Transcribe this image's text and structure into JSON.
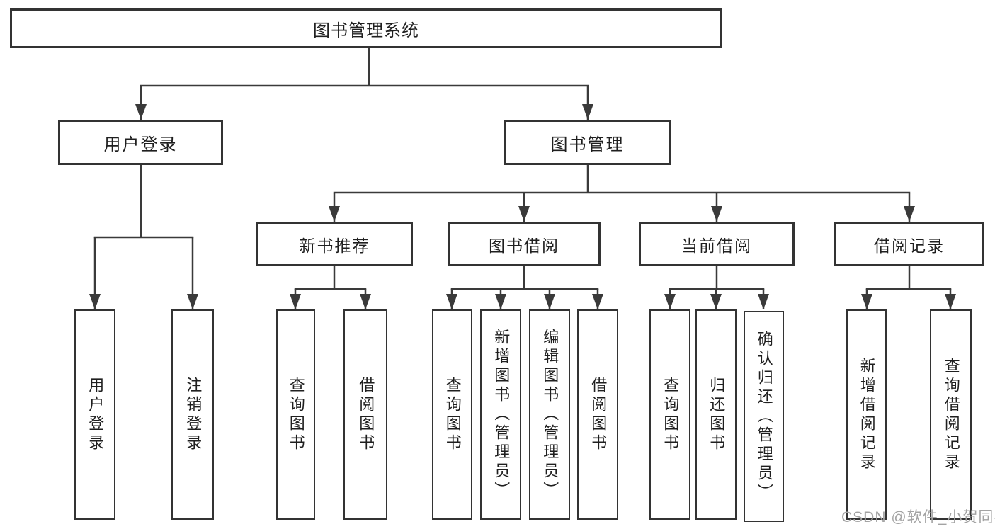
{
  "diagram": {
    "title": "图书管理系统",
    "branches": [
      {
        "label": "用户登录",
        "children": [
          {
            "label": "用户登录"
          },
          {
            "label": "注销登录"
          }
        ]
      },
      {
        "label": "图书管理",
        "children": [
          {
            "label": "新书推荐",
            "children": [
              {
                "label": "查询图书"
              },
              {
                "label": "借阅图书"
              }
            ]
          },
          {
            "label": "图书借阅",
            "children": [
              {
                "label": "查询图书"
              },
              {
                "label": "新增图书（管理员）"
              },
              {
                "label": "编辑图书（管理员）"
              },
              {
                "label": "借阅图书"
              }
            ]
          },
          {
            "label": "当前借阅",
            "children": [
              {
                "label": "查询图书"
              },
              {
                "label": "归还图书"
              },
              {
                "label": "确认归还（管理员）"
              }
            ]
          },
          {
            "label": "借阅记录",
            "children": [
              {
                "label": "新增借阅记录"
              },
              {
                "label": "查询借阅记录"
              }
            ]
          }
        ]
      }
    ]
  },
  "watermark": {
    "text": "CSDN @软件_小贺同学"
  },
  "colors": {
    "line": "#3a3a3a",
    "box_border": "#333333",
    "text": "#1f1f1f",
    "watermark": "#a3a3a3",
    "background": "#ffffff"
  }
}
